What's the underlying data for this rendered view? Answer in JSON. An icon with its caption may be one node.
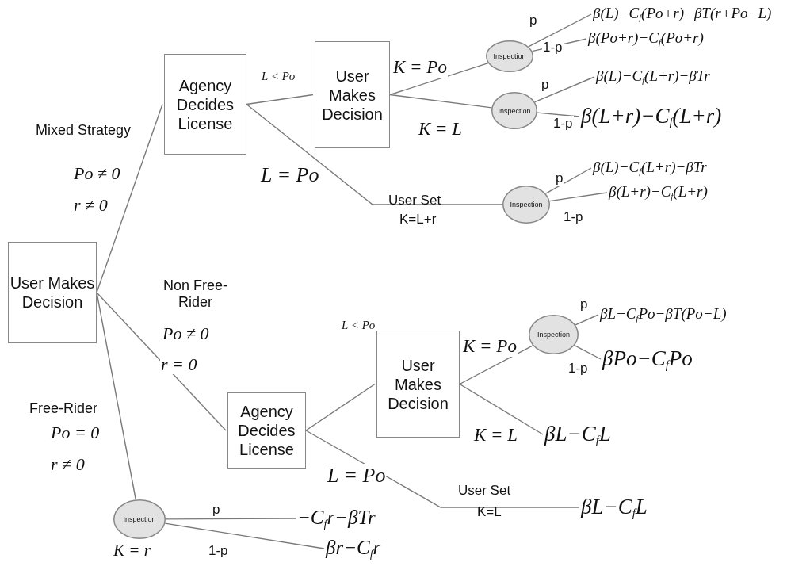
{
  "diagram": {
    "nodes": [
      {
        "text": [
          "User Makes Decision"
        ]
      },
      {
        "text": [
          "Agency Decides License"
        ]
      },
      {
        "text": [
          "User Makes Decision"
        ]
      },
      {
        "text": [
          "Inspection"
        ]
      },
      {
        "text": [
          "Inspection"
        ]
      },
      {
        "text": [
          "Inspection"
        ]
      },
      {
        "text": [
          "Agency Decides License"
        ]
      },
      {
        "text": [
          "User Makes Decision"
        ]
      },
      {
        "text": [
          "Inspection"
        ]
      },
      {
        "text": [
          "Inspection"
        ],
        "beside": [
          "K = r"
        ]
      },
      {
        "text": [
          "β(L)−C$_{f}$(Po+r)−βT(r+Po−L)"
        ]
      },
      {
        "text": [
          "β(Po+r)−C$_{f}$(Po+r)"
        ]
      },
      {
        "text": [
          "β(L)−C$_{f}$(L+r)−βTr"
        ]
      },
      {
        "text": [
          "β(L+r)−C$_{f}$(L+r)"
        ]
      },
      {
        "text": [
          "β(L)−C$_{f}$(L+r)−βTr"
        ]
      },
      {
        "text": [
          "β(L+r)−C$_{f}$(L+r)"
        ]
      },
      {
        "text": [
          "βL−C$_{f}$Po−βT(Po−L)"
        ]
      },
      {
        "text": [
          "βPo−C$_{f}$Po"
        ]
      },
      {
        "text": [
          "βL−C$_{f}$L"
        ]
      },
      {
        "text": [
          "βL−C$_{f}$L"
        ]
      },
      {
        "text": [
          "−C$_{f}$r−βTr"
        ]
      },
      {
        "text": [
          "βr−C$_{f}$r"
        ]
      }
    ],
    "edges": [
      {
        "from": 0,
        "to": 1,
        "arrow": "none",
        "label": "Mixed Strategy"
      },
      {
        "from": 0,
        "to": 6,
        "arrow": "none",
        "label": "Non Free-Rider"
      },
      {
        "from": 0,
        "to": 9,
        "arrow": "none",
        "label": "Free-Rider"
      },
      {
        "from": 1,
        "to": 2,
        "arrow": "none",
        "label": "L < Po"
      },
      {
        "from": 1,
        "to": 5,
        "arrow": "none",
        "label": "L = Po"
      },
      {
        "from": 2,
        "to": 3,
        "arrow": "none",
        "label": "K = Po"
      },
      {
        "from": 2,
        "to": 4,
        "arrow": "none",
        "label": "K = L"
      },
      {
        "from": 3,
        "to": 10,
        "arrow": "none",
        "label": "p"
      },
      {
        "from": 3,
        "to": 11,
        "arrow": "none",
        "label": "1-p"
      },
      {
        "from": 4,
        "to": 12,
        "arrow": "none",
        "label": "p"
      },
      {
        "from": 4,
        "to": 13,
        "arrow": "none",
        "label": "1-p"
      },
      {
        "from": 5,
        "to": 14,
        "arrow": "none",
        "label": "p"
      },
      {
        "from": 5,
        "to": 15,
        "arrow": "none",
        "label": "1-p"
      },
      {
        "from": 6,
        "to": 7,
        "arrow": "none",
        "label": "L < Po"
      },
      {
        "from": 6,
        "to": 19,
        "arrow": "none",
        "label": "L = Po"
      },
      {
        "from": 7,
        "to": 8,
        "arrow": "none",
        "label": "K = Po"
      },
      {
        "from": 7,
        "to": 18,
        "arrow": "none",
        "label": "K = L"
      },
      {
        "from": 8,
        "to": 16,
        "arrow": "none",
        "label": "p"
      },
      {
        "from": 8,
        "to": 17,
        "arrow": "none",
        "label": "1-p"
      },
      {
        "from": 9,
        "to": 20,
        "arrow": "none",
        "label": "p"
      },
      {
        "from": 9,
        "to": 21,
        "arrow": "none",
        "label": "1-p"
      }
    ],
    "labels": [
      "Po ≠ 0",
      "r ≠ 0",
      "Po ≠ 0",
      "r = 0",
      "Po = 0",
      "r ≠ 0",
      "User Set",
      "K=L+r",
      "User Set",
      "K=L"
    ]
  }
}
